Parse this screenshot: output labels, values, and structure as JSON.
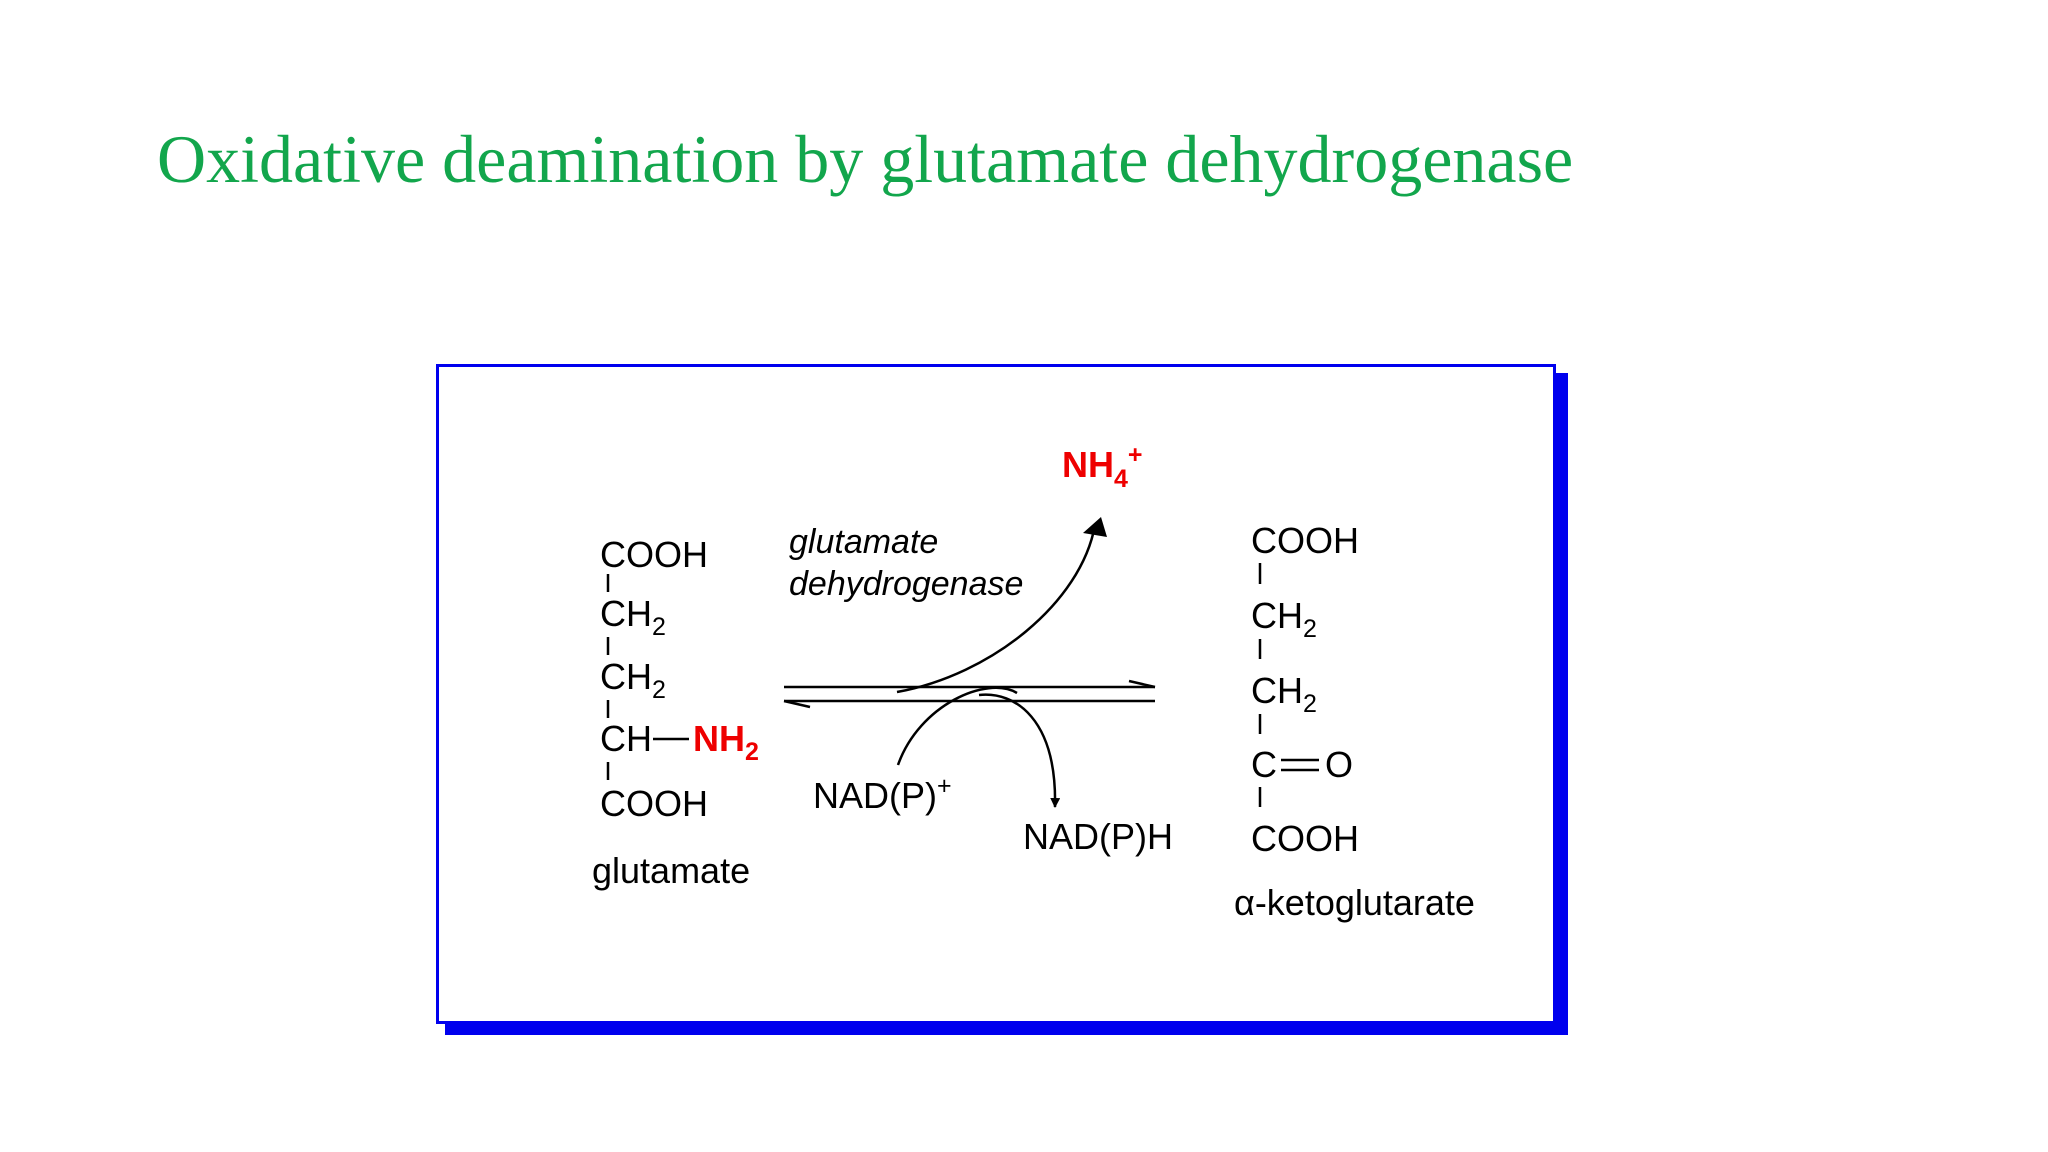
{
  "title": "Oxidative deamination by glutamate dehydrogenase",
  "colors": {
    "title": "#12a64c",
    "frame_border": "#0000ee",
    "highlight": "#ee0000"
  },
  "enzyme": {
    "line1": "glutamate",
    "line2": "dehydrogenase"
  },
  "ammonium": {
    "base": "NH",
    "sub": "4",
    "sup": "+"
  },
  "cofactor_in": {
    "base": "NAD(P)",
    "sup": "+"
  },
  "cofactor_out": {
    "text": "NAD(P)H"
  },
  "glutamate": {
    "cooh_top": "COOH",
    "ch2_a": "CH",
    "ch2_a_sub": "2",
    "ch2_b": "CH",
    "ch2_b_sub": "2",
    "ch": "CH",
    "nh2": "NH",
    "nh2_sub": "2",
    "cooh_bottom": "COOH",
    "label": "glutamate"
  },
  "ketoglutarate": {
    "cooh_top": "COOH",
    "ch2_a": "CH",
    "ch2_a_sub": "2",
    "ch2_b": "CH",
    "ch2_b_sub": "2",
    "c": "C",
    "o": "O",
    "cooh_bottom": "COOH",
    "label": "α-ketoglutarate"
  }
}
